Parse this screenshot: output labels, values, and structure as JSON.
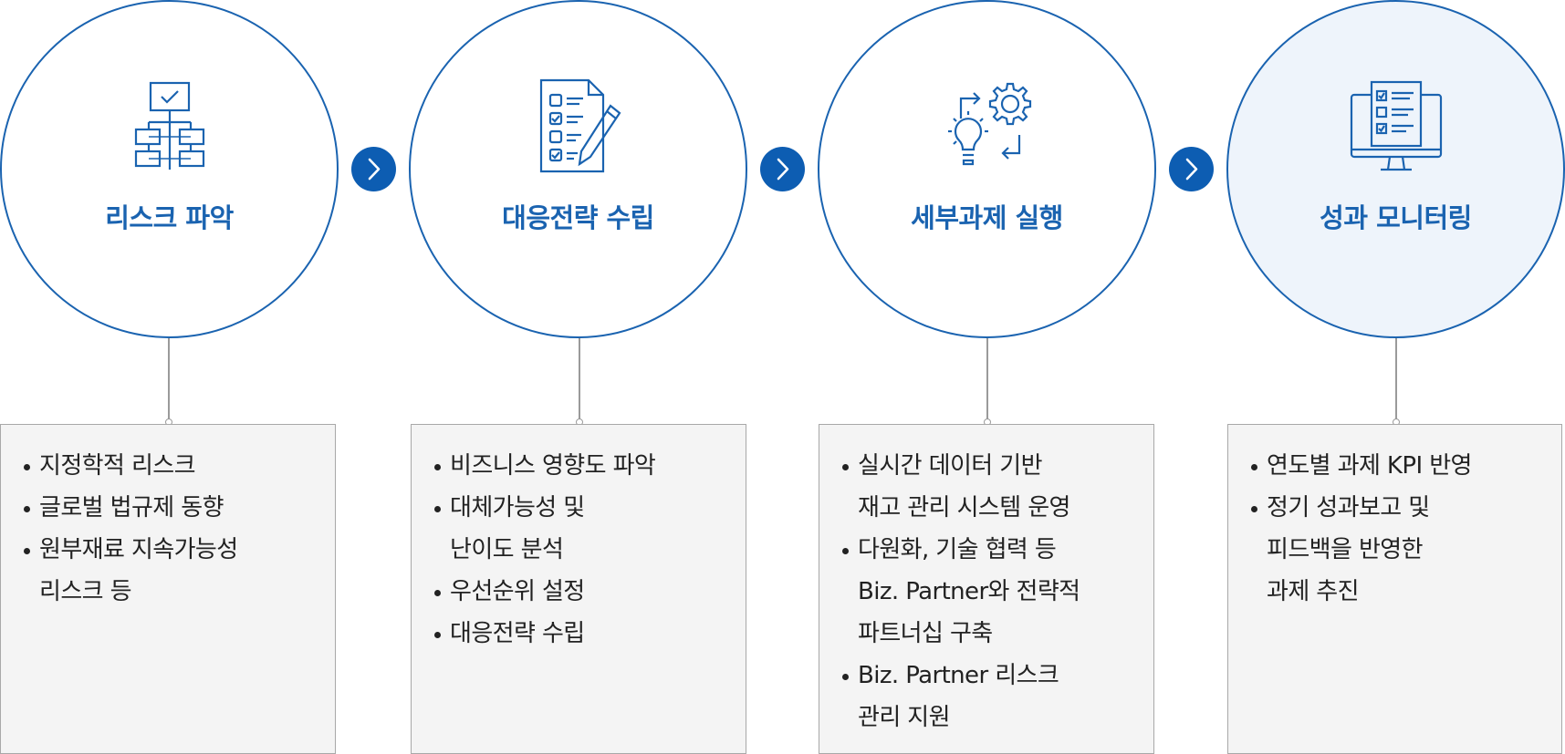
{
  "steps": [
    {
      "title": "리스크 파악",
      "icon": "org-chart-check-icon",
      "bullets": [
        "지정학적 리스크",
        "글로벌 법규제 동향",
        "원부재료 지속가능성\n리스크 등"
      ]
    },
    {
      "title": "대응전략 수립",
      "icon": "checklist-pencil-icon",
      "bullets": [
        "비즈니스 영향도 파악",
        "대체가능성 및\n난이도 분석",
        "우선순위 설정",
        "대응전략 수립"
      ]
    },
    {
      "title": "세부과제 실행",
      "icon": "gear-lightbulb-icon",
      "bullets": [
        "실시간 데이터 기반\n재고 관리 시스템 운영",
        "다원화, 기술 협력 등\nBiz. Partner와 전략적\n파트너십 구축",
        "Biz. Partner 리스크\n관리 지원"
      ]
    },
    {
      "title": "성과 모니터링",
      "icon": "monitor-checklist-icon",
      "bullets": [
        "연도별 과제 KPI 반영",
        "정기 성과보고 및\n피드백을 반영한\n과제 추진"
      ]
    }
  ],
  "colors": {
    "accent": "#1a63b0",
    "arrow": "#0d5db2",
    "highlight_bg": "#eef4fb",
    "box_bg": "#f4f4f4"
  }
}
